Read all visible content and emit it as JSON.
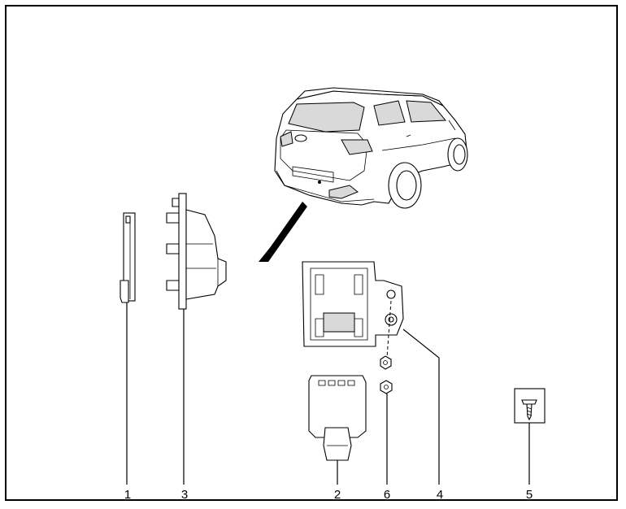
{
  "callouts": [
    {
      "id": "1",
      "label": "1"
    },
    {
      "id": "3",
      "label": "3"
    },
    {
      "id": "2",
      "label": "2"
    },
    {
      "id": "6",
      "label": "6"
    },
    {
      "id": "4",
      "label": "4"
    },
    {
      "id": "5",
      "label": "5"
    }
  ]
}
